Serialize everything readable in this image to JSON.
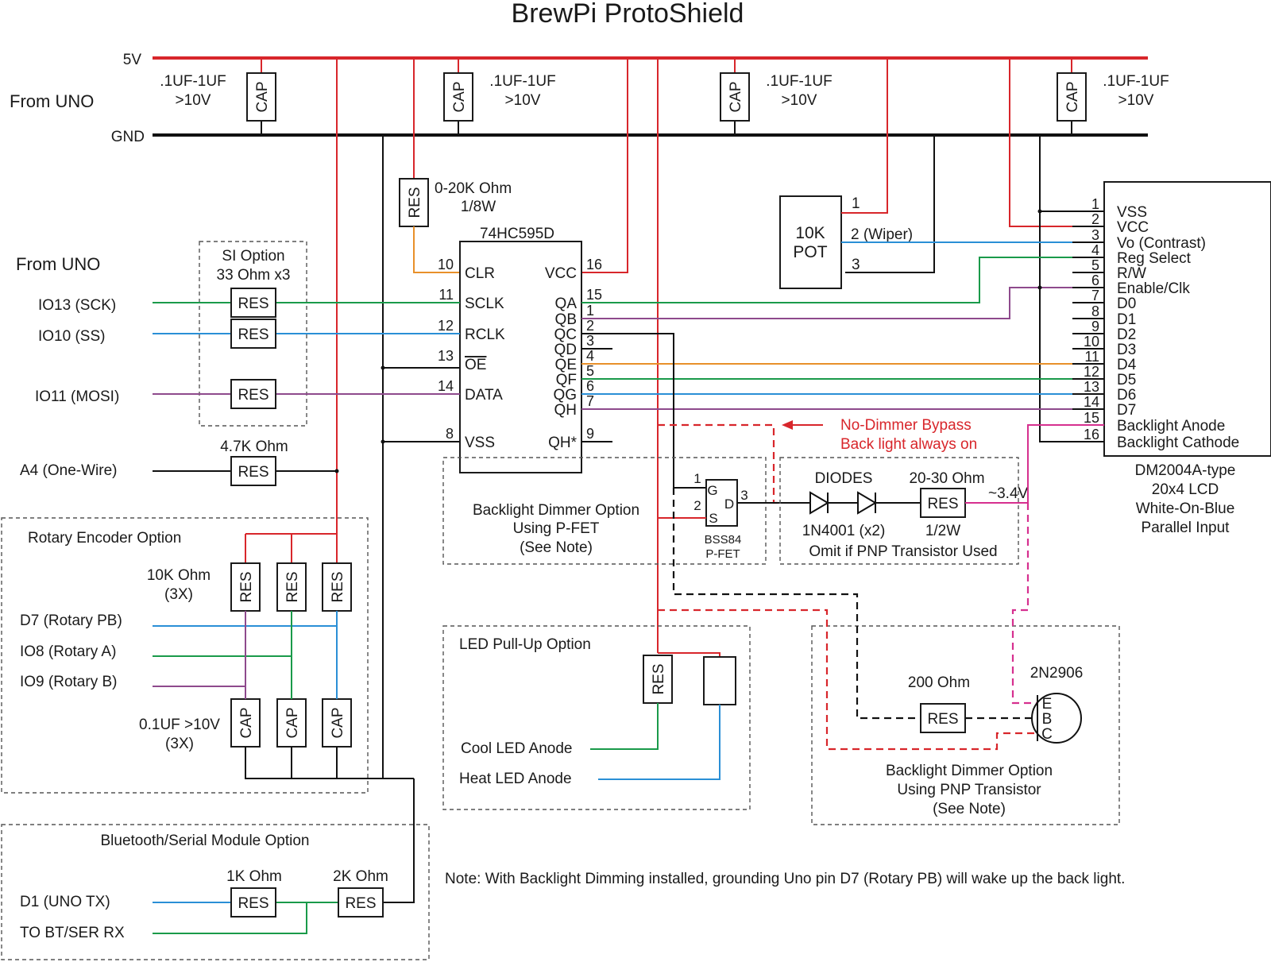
{
  "title": "BrewPi ProtoShield",
  "power": {
    "v5": "5V",
    "gnd": "GND",
    "from_uno": "From UNO",
    "cap_label": "CAP",
    "cap_rating_1": ".1UF-1UF",
    "cap_rating_2": ">10V"
  },
  "res_label": "RES",
  "cap_label": "CAP",
  "inputs": {
    "from_uno": "From UNO",
    "sck": "IO13 (SCK)",
    "ss": "IO10 (SS)",
    "mosi": "IO11 (MOSI)",
    "onewire": "A4 (One-Wire)",
    "onewire_res": "4.7K Ohm"
  },
  "si_option": {
    "title": "SI Option",
    "subtitle": "33 Ohm x3"
  },
  "clr_res": {
    "value": "0-20K Ohm",
    "power": "1/8W"
  },
  "shift_register": {
    "name": "74HC595D",
    "left_pins": [
      {
        "num": "10",
        "label": "CLR"
      },
      {
        "num": "11",
        "label": "SCLK"
      },
      {
        "num": "12",
        "label": "RCLK"
      },
      {
        "num": "13",
        "label": "OE"
      },
      {
        "num": "14",
        "label": "DATA"
      },
      {
        "num": "8",
        "label": "VSS"
      }
    ],
    "right_pins": [
      {
        "num": "16",
        "label": "VCC"
      },
      {
        "num": "15",
        "label": "QA"
      },
      {
        "num": "1",
        "label": "QB"
      },
      {
        "num": "2",
        "label": "QC"
      },
      {
        "num": "3",
        "label": "QD"
      },
      {
        "num": "4",
        "label": "QE"
      },
      {
        "num": "5",
        "label": "QF"
      },
      {
        "num": "6",
        "label": "QG"
      },
      {
        "num": "7",
        "label": "QH"
      },
      {
        "num": "9",
        "label": "QH*"
      }
    ]
  },
  "pot": {
    "name_1": "10K",
    "name_2": "POT",
    "pin1": "1",
    "pin2": "2 (Wiper)",
    "pin3": "3"
  },
  "lcd": {
    "pins": [
      {
        "num": "1",
        "label": "VSS"
      },
      {
        "num": "2",
        "label": "VCC"
      },
      {
        "num": "3",
        "label": "Vo (Contrast)"
      },
      {
        "num": "4",
        "label": "Reg Select"
      },
      {
        "num": "5",
        "label": "R/W"
      },
      {
        "num": "6",
        "label": "Enable/Clk"
      },
      {
        "num": "7",
        "label": "D0"
      },
      {
        "num": "8",
        "label": "D1"
      },
      {
        "num": "9",
        "label": "D2"
      },
      {
        "num": "10",
        "label": "D3"
      },
      {
        "num": "11",
        "label": "D4"
      },
      {
        "num": "12",
        "label": "D5"
      },
      {
        "num": "13",
        "label": "D6"
      },
      {
        "num": "14",
        "label": "D7"
      },
      {
        "num": "15",
        "label": "Backlight Anode"
      },
      {
        "num": "16",
        "label": "Backlight Cathode"
      }
    ],
    "desc": [
      "DM2004A-type",
      "20x4 LCD",
      "White-On-Blue",
      "Parallel Input"
    ]
  },
  "bypass": {
    "line1": "No-Dimmer Bypass",
    "line2": "Back light always on"
  },
  "pfet_option": {
    "line1": "Backlight Dimmer Option",
    "line2": "Using P-FET",
    "line3": "(See Note)",
    "part": "BSS84",
    "part_type": "P-FET",
    "pin1": "1",
    "pin2": "2",
    "pin3": "3",
    "g": "G",
    "d": "D",
    "s": "S"
  },
  "diodes": {
    "title": "DIODES",
    "part": "1N4001 (x2)",
    "res_value": "20-30 Ohm",
    "res_power": "1/2W",
    "voltage": "~3.4V",
    "note": "Omit if PNP Transistor Used"
  },
  "rotary": {
    "title": "Rotary Encoder Option",
    "res_value": "10K Ohm",
    "res_count": "(3X)",
    "cap_value": "0.1UF >10V",
    "cap_count": "(3X)",
    "pb": "D7 (Rotary PB)",
    "a": "IO8 (Rotary A)",
    "b": "IO9 (Rotary B)"
  },
  "led_option": {
    "title": "LED Pull-Up Option",
    "cool": "Cool LED Anode",
    "heat": "Heat LED Anode"
  },
  "pnp_option": {
    "res_value": "200 Ohm",
    "part": "2N2906",
    "e": "E",
    "b": "B",
    "c": "C",
    "line1": "Backlight Dimmer Option",
    "line2": "Using PNP Transistor",
    "line3": "(See Note)"
  },
  "bluetooth": {
    "title": "Bluetooth/Serial Module Option",
    "r1": "1K Ohm",
    "r2": "2K Ohm",
    "tx": "D1 (UNO TX)",
    "rx": "TO BT/SER RX"
  },
  "note": "Note: With Backlight Dimming installed, grounding Uno pin D7 (Rotary PB) will wake up the back light.",
  "colors": {
    "power": "#d8262b",
    "ground": "#111111",
    "green": "#1a9a4a",
    "blue": "#2a8fd6",
    "purple": "#8e4a8c",
    "orange": "#e8902a",
    "magenta": "#d6308f",
    "annotation": "#d8262b"
  }
}
